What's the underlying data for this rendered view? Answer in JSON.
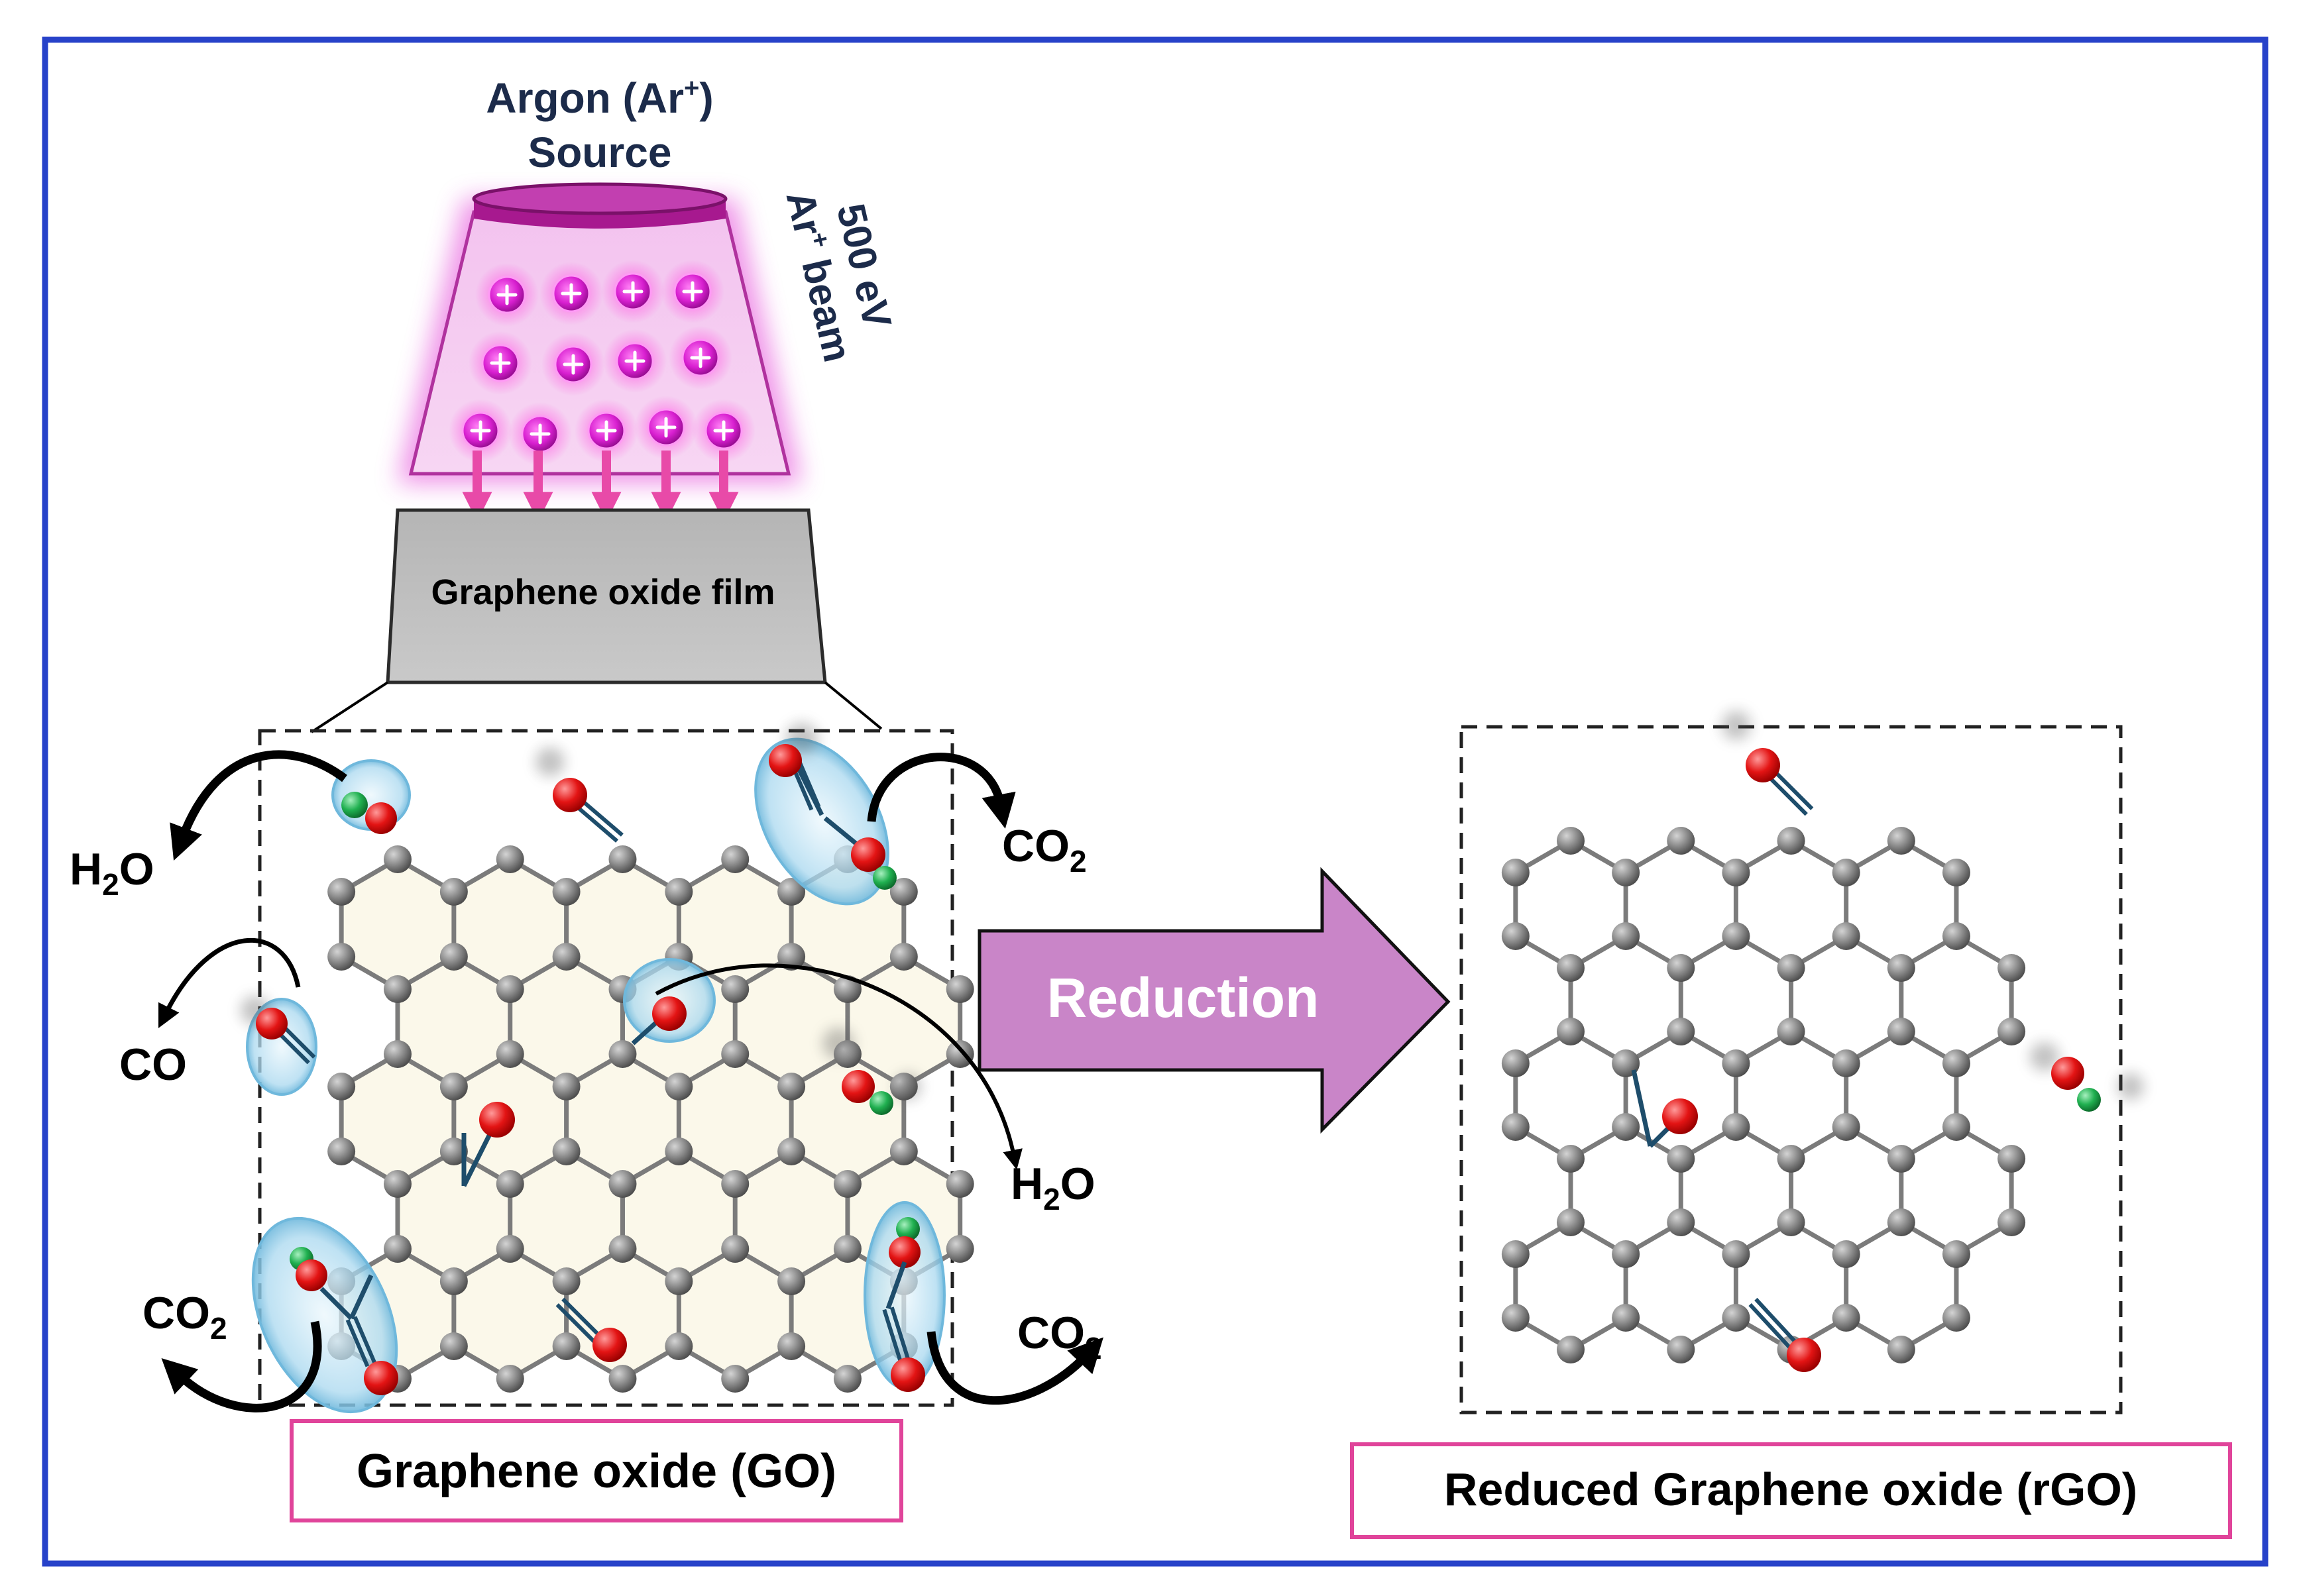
{
  "source": {
    "line1": "Argon (Ar",
    "line1_sup": "+",
    "line1_end": ")",
    "line2": "Source"
  },
  "beam": {
    "energy": "500 eV",
    "label_main": "Ar",
    "label_sup": "+",
    "label_end": " beam"
  },
  "film": {
    "label": "Graphene oxide film"
  },
  "process": {
    "arrow_label": "Reduction"
  },
  "products": {
    "h2o_main": "H",
    "h2o_sub": "2",
    "h2o_end": "O",
    "co": "CO",
    "co2_main": "CO",
    "co2_sub": "2"
  },
  "captions": {
    "go": "Graphene oxide (GO)",
    "rgo": "Reduced Graphene oxide (rGO)"
  },
  "colors": {
    "frame": "#2742c9",
    "caption_border": "#e0449a",
    "beam_glow": "#e23ad6",
    "ion": "#d81fd0",
    "arrow_pink": "#e84aa8",
    "reduction_arrow": "#c985c8",
    "carbon": "#7c7c7c",
    "oxygen": "#e01010",
    "hydrogen": "#1aa84a",
    "highlight": "#9fd4ee"
  }
}
